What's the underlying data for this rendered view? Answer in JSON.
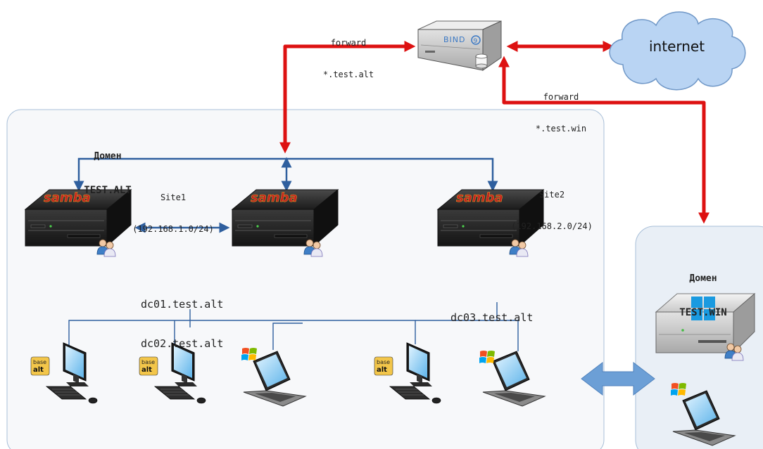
{
  "bind": {
    "logo_text": "BIND",
    "logo_mark": "9",
    "forward_alt_title": "forward",
    "forward_alt_zone": "*.test.alt",
    "forward_win_title": "forward",
    "forward_win_zone": "*.test.win"
  },
  "internet": {
    "label": "internet"
  },
  "domain_alt": {
    "title": "Домен",
    "name": "TEST.ALT"
  },
  "domain_win": {
    "title": "Домен",
    "name": "TEST.WIN"
  },
  "site1": {
    "name": "Site1",
    "subnet": "(192.168.1.0/24)"
  },
  "site2": {
    "name": "Site2",
    "subnet": "(192.168.2.0/24)"
  },
  "servers": {
    "logo": "samba",
    "dc01": "dc01.test.alt",
    "dc02": "dc02.test.alt",
    "dc03": "dc03.test.alt"
  },
  "workstation_badge": {
    "line1": "base",
    "line2": "alt"
  },
  "colors": {
    "forward_arrow": "#dd1111",
    "network_line": "#2f5f9e",
    "trust_arrow": "#6c9fd6",
    "cloud_fill": "#b9d4f3",
    "zone_bg": "#f7f8fa",
    "zone_border": "#a8bfd8",
    "win_zone_bg": "#e9eff6"
  },
  "icons": [
    "bind-server-icon",
    "cloud-icon",
    "samba-server-icon",
    "windows-server-icon",
    "desktop-pc-icon",
    "laptop-icon",
    "windows-logo-icon",
    "alt-linux-badge-icon",
    "users-icon"
  ]
}
